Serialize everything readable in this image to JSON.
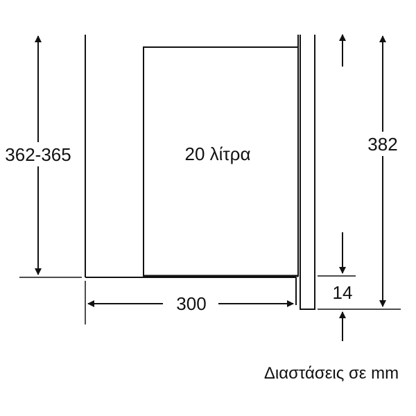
{
  "diagram": {
    "labels": {
      "height_left": "362-365",
      "height_right": "382",
      "gap_bottom": "14",
      "width_bottom": "300",
      "cavity": "20 λίτρα"
    },
    "caption": "Διαστάσεις σε mm",
    "colors": {
      "stroke": "#111111",
      "background": "#ffffff"
    }
  }
}
